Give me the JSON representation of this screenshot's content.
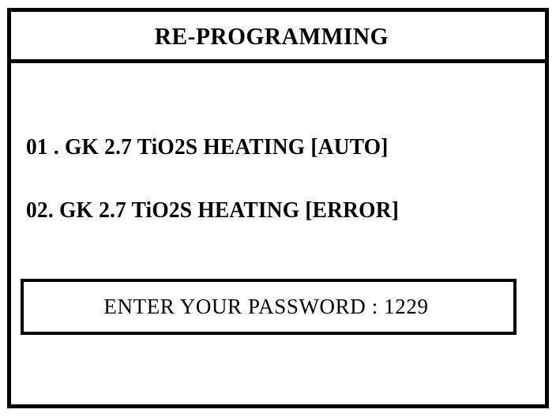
{
  "device": {
    "panel_title": "RE-PROGRAMMING"
  },
  "program_list": {
    "items": [
      {
        "index": "01 .",
        "label": "01 .  GK 2.7 TiO2S HEATING [AUTO]",
        "unit": "GK 2.7",
        "function": "TiO2S HEATING",
        "status": "AUTO"
      },
      {
        "index": "02.",
        "label": "02.  GK 2.7 TiO2S HEATING [ERROR]",
        "unit": "GK 2.7",
        "function": "TiO2S HEATING",
        "status": "ERROR"
      }
    ]
  },
  "password_prompt": {
    "text": "ENTER YOUR PASSWORD : 1229",
    "prompt_label": "ENTER YOUR PASSWORD :",
    "value": "1229"
  },
  "colors": {
    "foreground": "#000000",
    "background": "#ffffff"
  }
}
